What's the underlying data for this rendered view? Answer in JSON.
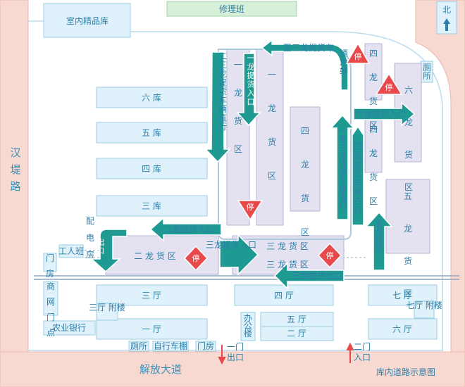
{
  "title": "库内道路示意图",
  "roads": {
    "left": "汉堤路",
    "bottom": "解放大道"
  },
  "north": "北",
  "buildings": {
    "indoor_store": "室内精品库",
    "repair": "修理班",
    "warehouse_6": "六 库",
    "warehouse_5": "五 库",
    "warehouse_4": "四 库",
    "warehouse_3": "三 库",
    "yard_1": "一 龙 货 区",
    "yard_1b": "一 龙 货 区",
    "yard_4": "四 龙 货 区",
    "yard_4b": "四 龙 货 区",
    "yard_4c": "四 龙 货 区",
    "yard_6": "六 龙 货 区",
    "yard_5": "五 龙 货 区",
    "yard_2": "二 龙 货 区",
    "yard_3a": "三 龙 货 区",
    "yard_3b": "三 龙 货 区",
    "hall_3": "三 厅",
    "hall_1": "一 厅",
    "hall_4": "四 厅",
    "hall_5": "五 厅",
    "hall_2": "二 厅",
    "hall_7": "七 厅",
    "hall_6": "六 厅",
    "hall_3_annex": "三厅 附楼",
    "hall_7_annex": "七厅 附楼",
    "office": "办公楼",
    "bank": "农业银行",
    "shop": "商 网 门 点",
    "workshop": "工人班",
    "gate_room": "门 房",
    "gate_room_b": "门房",
    "toilet": "厕所",
    "toilet_b": "厕所",
    "bike_shed": "自行车棚",
    "distribution": "配 电 房"
  },
  "labels": {
    "route_top": "一至三龙提货车",
    "route_top_turn": "辆左转",
    "route_23": "二三龙提货车辆直行",
    "yard1_entry": "一龙提货入口",
    "yard6_entry": "六龙提货入口",
    "route_13": "一至三龙提货车辆直行",
    "route_4": "四龙提货车辆右行",
    "yard2_entry": "二龙提货入口",
    "exit": "出口",
    "yard3_entry": "三龙提货入口",
    "yard3_exit": "三龙提货出口",
    "yard5": "五龙提货",
    "stop": "停",
    "gate1": "一门",
    "gate1_exit": "出口",
    "gate2": "二门",
    "gate2_entry": "入口"
  },
  "colors": {
    "wall": "#f7d9d2",
    "building": "#dff1fa",
    "yard": "#e4e2f1",
    "arrow": "#1f9a92",
    "stop": "#e8494a",
    "text": "#2d7fa8"
  }
}
